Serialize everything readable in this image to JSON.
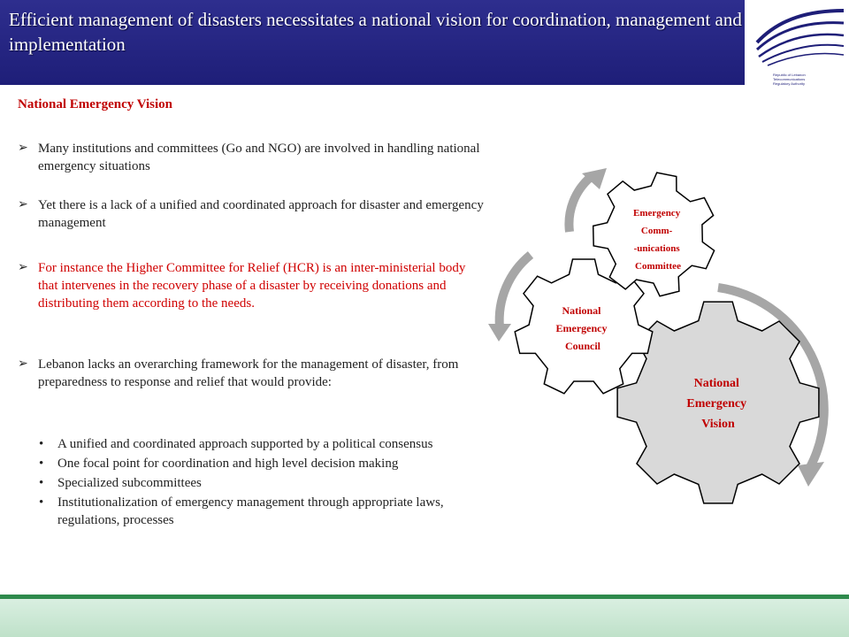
{
  "header": {
    "title": "Efficient management of disasters necessitates a national vision for coordination, management and implementation",
    "logo_lines": [
      "Republic of Lebanon",
      "Telecommunications",
      "Regulatory Authority"
    ]
  },
  "section_title": "National Emergency Vision",
  "bullets": [
    {
      "text": "Many institutions and committees (Go and NGO) are involved in handling national emergency situations"
    },
    {
      "text": "Yet there is a lack of a unified and coordinated approach for disaster and emergency management"
    },
    {
      "text": " For instance the Higher Committee for Relief  (HCR) is an inter-ministerial body that intervenes in the recovery phase of a disaster by receiving donations and distributing them according to the needs."
    },
    {
      "text": "Lebanon lacks an overarching framework for the management of disaster, from preparedness to response and relief that would provide:"
    }
  ],
  "sub_bullets": [
    "A unified and coordinated approach supported by a political consensus",
    "One focal point for coordination and high level decision making",
    "Specialized subcommittees",
    "Institutionalization of emergency management through appropriate laws, regulations, processes"
  ],
  "gears": {
    "large": [
      "National",
      "Emergency",
      "Vision"
    ],
    "medium": [
      "National",
      "Emergency",
      "Council"
    ],
    "small": [
      "Emergency",
      "Comm-",
      "-unications",
      "Committee"
    ]
  },
  "colors": {
    "title_band": "#1e1e78",
    "accent_red": "#c00000",
    "gear_fill": "#d9d9d9",
    "arrow_gray": "#a6a6a6",
    "footer_green": "#2e8a4c"
  }
}
